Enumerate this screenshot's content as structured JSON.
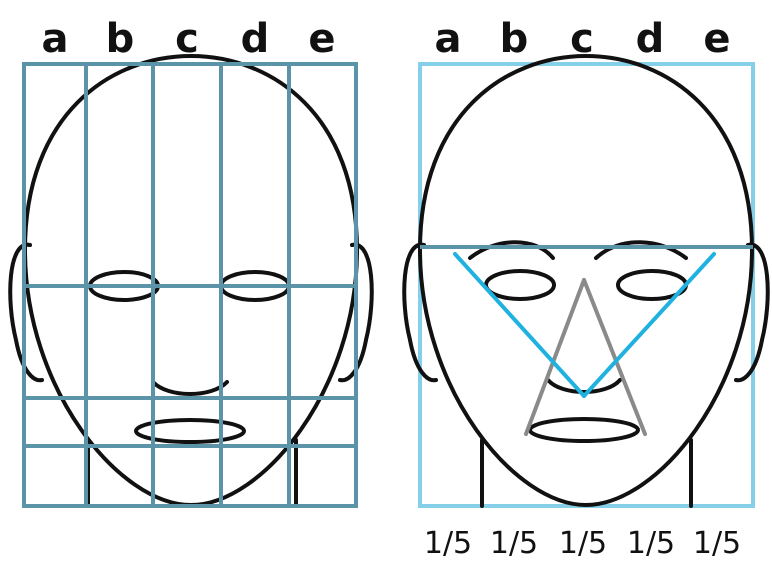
{
  "left_panel": {
    "column_labels": [
      "a",
      "b",
      "c",
      "d",
      "e"
    ]
  },
  "right_panel": {
    "column_labels": [
      "a",
      "b",
      "c",
      "d",
      "e"
    ],
    "fraction_labels": [
      "1/5",
      "1/5",
      "1/5",
      "1/5",
      "1/5"
    ]
  },
  "colors": {
    "outline": "#111111",
    "grid_left": "#5b93a8",
    "grid_right": "#86cfe8",
    "v_lines": "#1fb1e0",
    "nose_triangle": "#8a8a8a"
  }
}
